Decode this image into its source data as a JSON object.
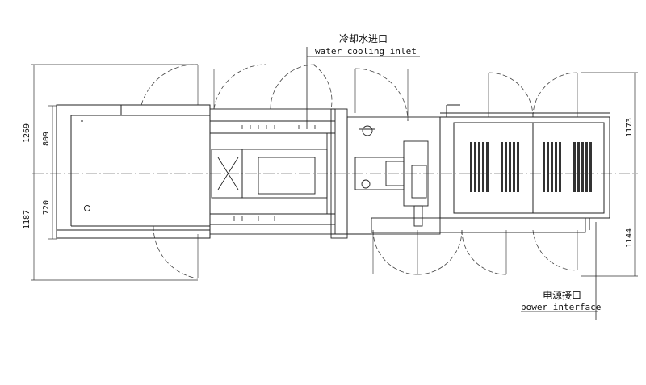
{
  "callouts": {
    "water_inlet": {
      "zh": "冷却水进口",
      "en": "water cooling inlet"
    },
    "power_interface": {
      "zh": "电源接口",
      "en": "power interface"
    }
  },
  "dimensions": {
    "left_overall_top": "1269",
    "left_inner_top": "809",
    "left_inner_bottom": "720",
    "left_overall_bottom": "1187",
    "right_top": "1173",
    "right_bottom": "1144"
  },
  "colors": {
    "line": "#222222",
    "background": "#ffffff"
  }
}
